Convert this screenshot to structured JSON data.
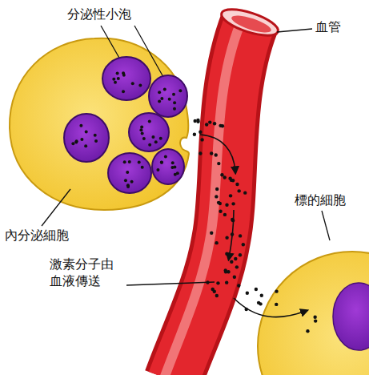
{
  "diagram": {
    "labels": [
      "分泌性小泡",
      "血管",
      "內分泌細胞",
      "標的細胞",
      "激素分子由 血液傳送"
    ]
  }
}
